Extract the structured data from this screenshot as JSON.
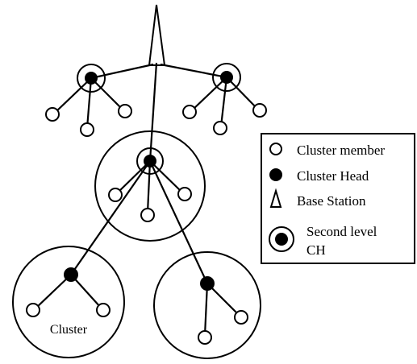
{
  "diagram": {
    "cluster_label": "Cluster"
  },
  "legend": {
    "items": [
      {
        "symbol": "member-node-icon",
        "label": "Cluster member"
      },
      {
        "symbol": "cluster-head-icon",
        "label": "Cluster Head"
      },
      {
        "symbol": "base-station-icon",
        "label": "Base Station"
      },
      {
        "symbol": "second-level-ch-icon",
        "label_line1": "Second level",
        "label_line2": "CH"
      }
    ]
  },
  "colors": {
    "stroke": "#000000",
    "background": "#ffffff"
  }
}
